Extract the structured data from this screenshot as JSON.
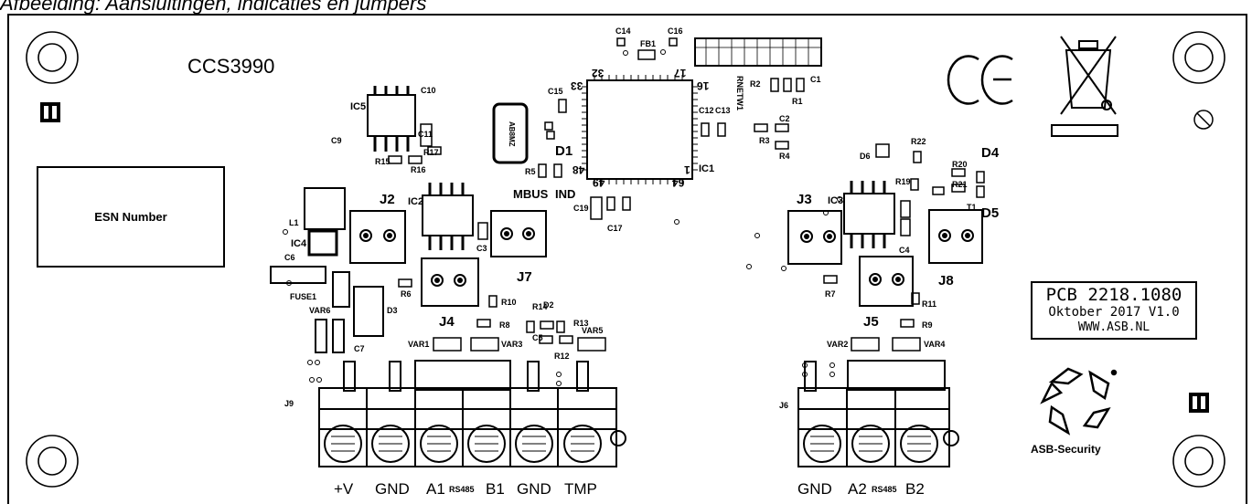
{
  "caption": "Afbeelding: Aansluitingen, indicaties en jumpers",
  "board": {
    "model": "CCS3990",
    "esn_label": "ESN Number",
    "ce_mark": "CE",
    "pcb_info": {
      "line1": "PCB 2218.1080",
      "line2": "Oktober 2017 V1.0",
      "line3": "WWW.ASB.NL"
    },
    "brand": "ASB-Security",
    "ics": [
      "IC1",
      "IC2",
      "IC3",
      "IC4",
      "IC5"
    ],
    "connectors": [
      "J2",
      "J3",
      "J4",
      "J5",
      "J7",
      "J8"
    ],
    "terminal_blocks": [
      "J9",
      "J6"
    ],
    "leds": [
      "D1",
      "D4",
      "D5"
    ],
    "led_labels": [
      "MBUS",
      "IND"
    ],
    "components": [
      "C1",
      "C2",
      "C3",
      "C4",
      "C5",
      "C6",
      "C7",
      "C9",
      "C10",
      "C11",
      "C12",
      "C13",
      "C14",
      "C15",
      "C16",
      "C17",
      "C19",
      "R1",
      "R2",
      "R3",
      "R4",
      "R5",
      "R6",
      "R7",
      "R8",
      "R9",
      "R10",
      "R11",
      "R12",
      "R13",
      "R14",
      "R15",
      "R16",
      "R17",
      "R19",
      "R20",
      "R21",
      "R22",
      "D2",
      "D3",
      "D6",
      "L1",
      "T1",
      "FB1",
      "FUSE1",
      "VAR1",
      "VAR2",
      "VAR3",
      "VAR4",
      "VAR5",
      "VAR6",
      "RNETW1",
      "AB8MZ"
    ],
    "pin_numbers": [
      "33",
      "32",
      "17",
      "16",
      "49",
      "48",
      "64",
      "1"
    ]
  },
  "terminals_left": [
    "+V",
    "GND",
    "A1",
    "B1",
    "GND",
    "TMP"
  ],
  "terminals_right": [
    "GND",
    "A2",
    "B2"
  ],
  "rs485_label": "RS485"
}
